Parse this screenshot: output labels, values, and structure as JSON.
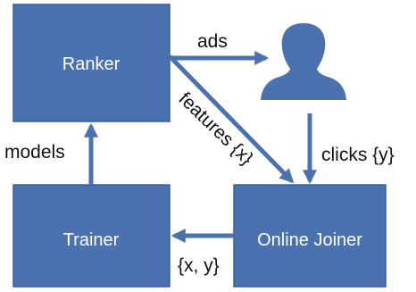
{
  "colors": {
    "box_fill": "#4a72b0",
    "box_stroke": "#3d5f95",
    "arrow": "#4a72b0",
    "box_text": "#ffffff",
    "label_text": "#111111"
  },
  "nodes": {
    "ranker": {
      "label": "Ranker"
    },
    "user": {
      "icon": "user-silhouette-icon"
    },
    "trainer": {
      "label": "Trainer"
    },
    "online_joiner": {
      "label": "Online Joiner"
    }
  },
  "edges": {
    "ranker_to_user": {
      "label": "ads"
    },
    "user_to_joiner": {
      "label": "clicks {y}"
    },
    "ranker_to_joiner": {
      "label": "features {x}"
    },
    "joiner_to_trainer": {
      "label": "{x, y}"
    },
    "trainer_to_ranker": {
      "label": "models"
    }
  }
}
